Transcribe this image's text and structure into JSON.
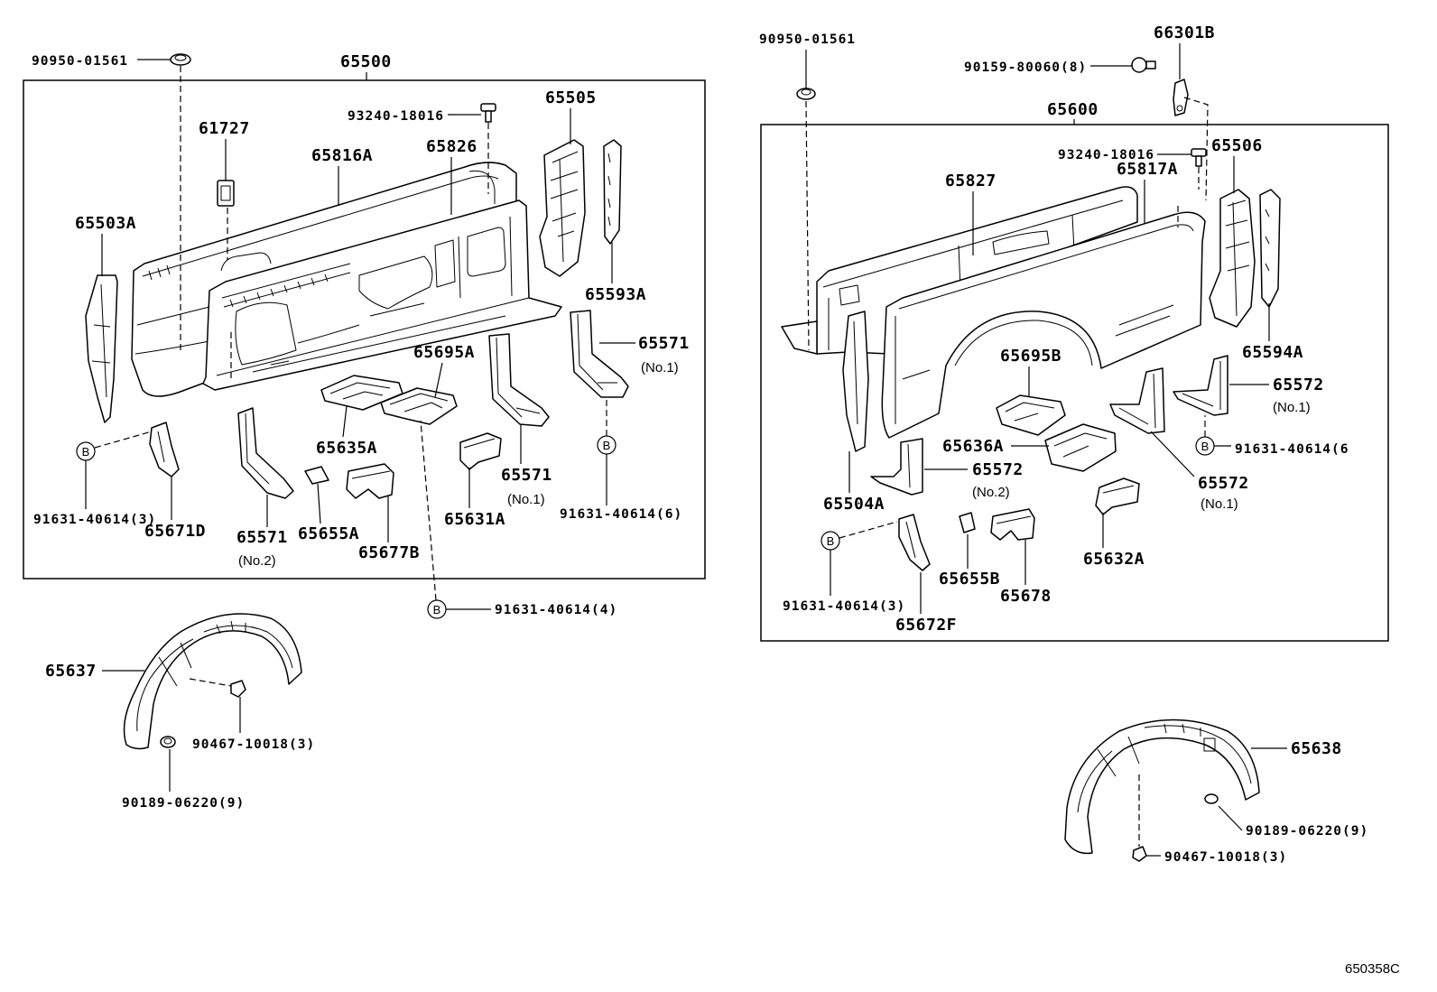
{
  "figure_code": "650358C",
  "bolt_marker": "B",
  "left_group": {
    "assembly": "65500",
    "callouts": [
      {
        "number": "90950-01561"
      },
      {
        "number": "93240-18016"
      },
      {
        "number": "65505"
      },
      {
        "number": "61727"
      },
      {
        "number": "65816A"
      },
      {
        "number": "65826"
      },
      {
        "number": "65503A"
      },
      {
        "number": "65593A"
      },
      {
        "number": "65571",
        "note": "(No.1)"
      },
      {
        "number": "65695A"
      },
      {
        "number": "65635A"
      },
      {
        "number": "65571",
        "note": "(No.1)"
      },
      {
        "number": "91631-40614(6)"
      },
      {
        "number": "91631-40614(3)"
      },
      {
        "number": "65671D"
      },
      {
        "number": "65571",
        "note": "(No.2)"
      },
      {
        "number": "65655A"
      },
      {
        "number": "65631A"
      },
      {
        "number": "65677B"
      },
      {
        "number": "91631-40614(4)"
      }
    ]
  },
  "left_liner": {
    "callouts": [
      {
        "number": "65637"
      },
      {
        "number": "90467-10018(3)"
      },
      {
        "number": "90189-06220(9)"
      }
    ]
  },
  "right_group": {
    "assembly": "65600",
    "callouts": [
      {
        "number": "90950-01561"
      },
      {
        "number": "66301B"
      },
      {
        "number": "90159-80060(8)"
      },
      {
        "number": "93240-18016"
      },
      {
        "number": "65506"
      },
      {
        "number": "65817A"
      },
      {
        "number": "65827"
      },
      {
        "number": "65594A"
      },
      {
        "number": "65695B"
      },
      {
        "number": "65572",
        "note": "(No.1)"
      },
      {
        "number": "65636A"
      },
      {
        "number": "65572",
        "note": "(No.2)"
      },
      {
        "number": "91631-40614(6"
      },
      {
        "number": "65572",
        "note": "(No.1)"
      },
      {
        "number": "65504A"
      },
      {
        "number": "65632A"
      },
      {
        "number": "91631-40614(3)"
      },
      {
        "number": "65655B"
      },
      {
        "number": "65678"
      },
      {
        "number": "65672F"
      }
    ]
  },
  "right_liner": {
    "callouts": [
      {
        "number": "65638"
      },
      {
        "number": "90189-06220(9)"
      },
      {
        "number": "90467-10018(3)"
      }
    ]
  }
}
